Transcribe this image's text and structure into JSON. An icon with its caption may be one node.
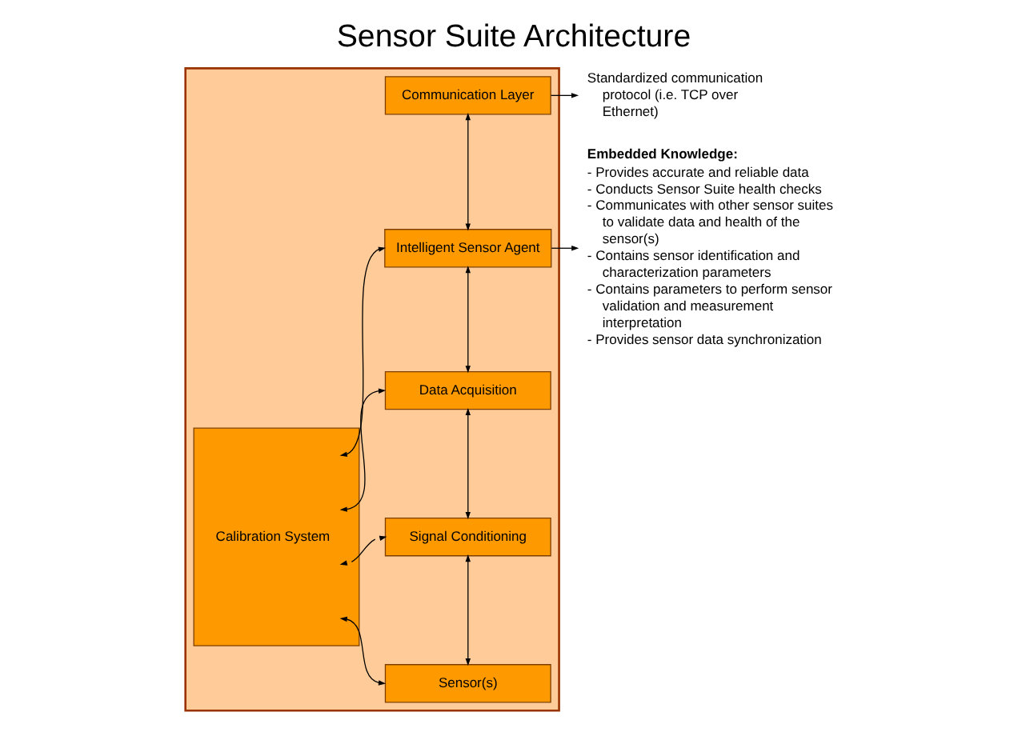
{
  "diagram": {
    "title": "Sensor Suite Architecture",
    "nodes": [
      {
        "text": [],
        "shape": "box"
      },
      {
        "text": [
          "Communication Layer"
        ],
        "in": 0
      },
      {
        "text": [
          "Calibration System"
        ],
        "in": 0
      },
      {
        "text": [
          "Intelligent Sensor Agent"
        ],
        "in": 0
      },
      {
        "text": [
          "Data Acquisition"
        ],
        "in": 0
      },
      {
        "text": [
          "Signal Conditioning"
        ],
        "in": 0
      },
      {
        "text": [
          "Sensor(s)"
        ],
        "in": 0
      },
      {
        "text": [
          "Standardized communication protocol (i.e. TCP over Ethernet)"
        ]
      },
      {
        "text": [
          "Embedded Knowledge:",
          "- Provides accurate and reliable data",
          "- Conducts Sensor Suite health checks",
          "- Communicates with other sensor suites to validate data and health of the sensor(s)",
          "- Contains sensor identification and characterization parameters",
          "- Contains parameters to perform sensor validation and measurement interpretation",
          "- Provides sensor data synchronization"
        ]
      }
    ],
    "edges": [
      {
        "from": 1,
        "to": 3,
        "arrow": "both"
      },
      {
        "from": 2,
        "to": 3,
        "arrow": "both"
      },
      {
        "from": 3,
        "to": 4,
        "arrow": "both"
      },
      {
        "from": 2,
        "to": 4,
        "arrow": "both"
      },
      {
        "from": 4,
        "to": 5,
        "arrow": "both"
      },
      {
        "from": 2,
        "to": 5,
        "arrow": "both"
      },
      {
        "from": 5,
        "to": 6,
        "arrow": "both"
      },
      {
        "from": 2,
        "to": 6,
        "arrow": "both"
      },
      {
        "from": 1,
        "to": 7,
        "arrow": "to"
      },
      {
        "from": 3,
        "to": 8,
        "arrow": "to"
      }
    ]
  }
}
